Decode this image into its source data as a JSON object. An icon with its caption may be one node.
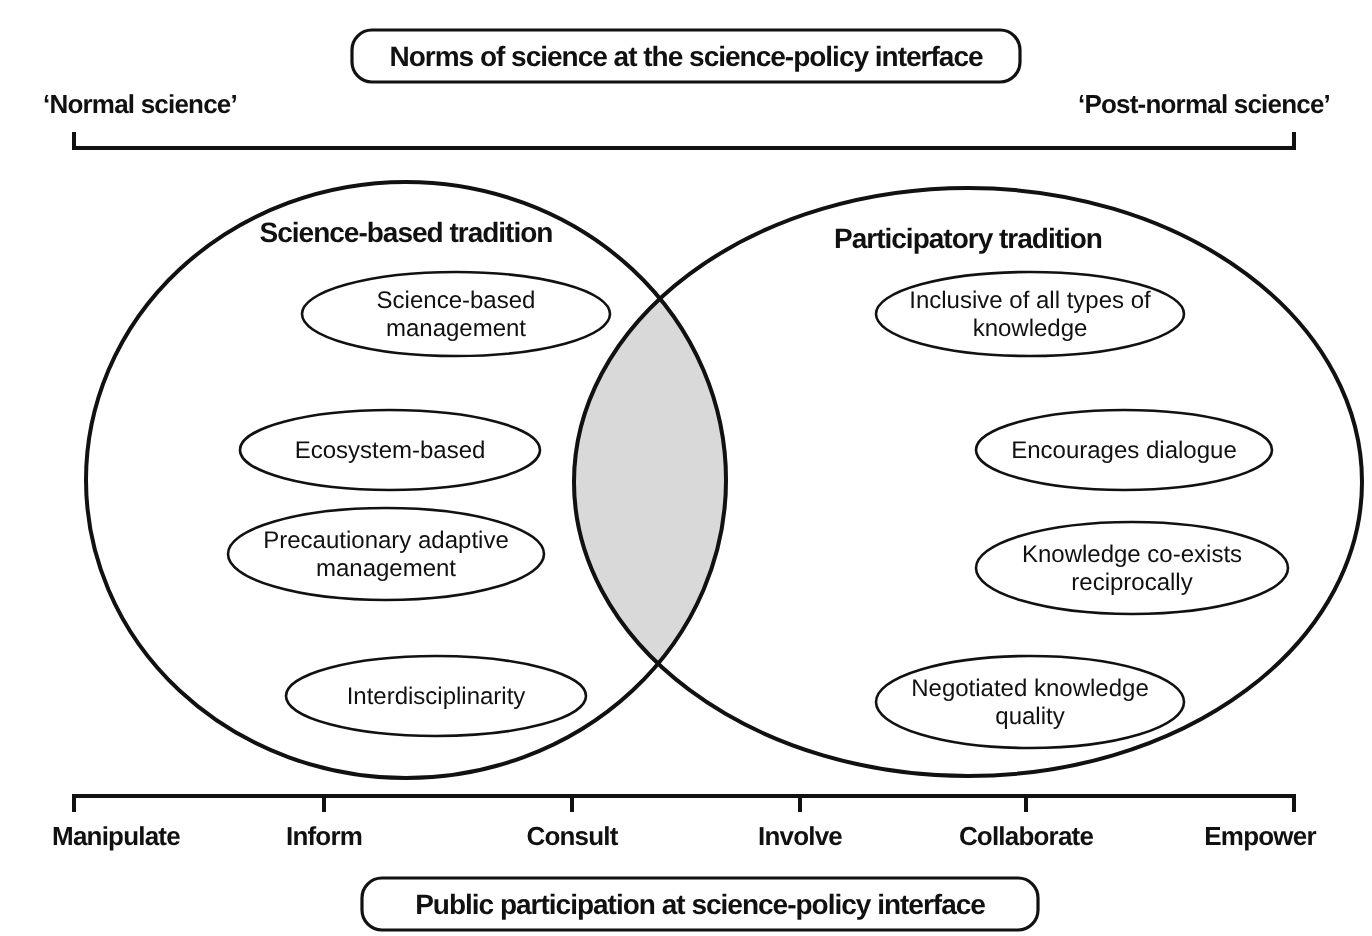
{
  "diagram": {
    "nodes": [
      {
        "text": [
          "Norms of science at the science-policy interface"
        ]
      },
      {
        "text": [
          "Science-based tradition"
        ]
      },
      {
        "text": [
          "Science-based management"
        ],
        "in": 1
      },
      {
        "text": [
          "Ecosystem-based"
        ],
        "in": 1
      },
      {
        "text": [
          "Precautionary adaptive management"
        ],
        "in": 1
      },
      {
        "text": [
          "Interdisciplinarity"
        ],
        "in": 1
      },
      {
        "text": [
          "Participatory tradition"
        ]
      },
      {
        "text": [
          "Inclusive of all types of knowledge"
        ],
        "in": 6
      },
      {
        "text": [
          "Encourages dialogue"
        ],
        "in": 6
      },
      {
        "text": [
          "Knowledge co-exists reciprocally"
        ],
        "in": 6
      },
      {
        "text": [
          "Negotiated knowledge quality"
        ],
        "in": 6
      },
      {
        "text": [
          "Public participation at science-policy interface"
        ]
      }
    ],
    "labels": [
      "‘Normal science’",
      "‘Post-normal science’",
      "Manipulate",
      "Inform",
      "Consult",
      "Involve",
      "Collaborate",
      "Empower"
    ]
  }
}
